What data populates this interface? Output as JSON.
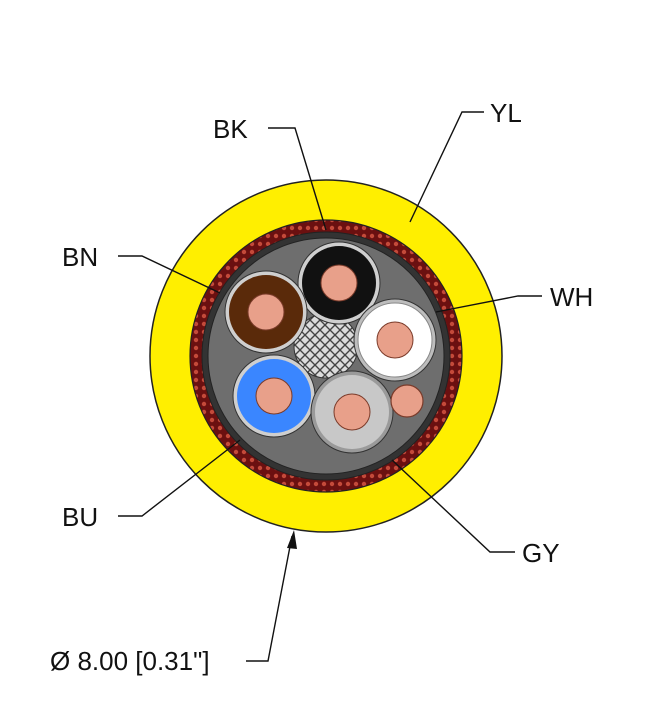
{
  "labels": {
    "bk": "BK",
    "yl": "YL",
    "bn": "BN",
    "wh": "WH",
    "bu": "BU",
    "gy": "GY",
    "diameter": "Ø 8.00 [0.31\"]"
  },
  "colors": {
    "jacket_yellow": "#ffef00",
    "shield_braid": "#8b1a1a",
    "filler_gray": "#6e6e6e",
    "conductor_black": "#111111",
    "conductor_brown": "#5a2a0a",
    "conductor_white": "#ffffff",
    "conductor_blue": "#3a86ff",
    "conductor_gray": "#c8c8c8",
    "copper_strand": "#e8a08a",
    "leader_line": "#111111"
  }
}
